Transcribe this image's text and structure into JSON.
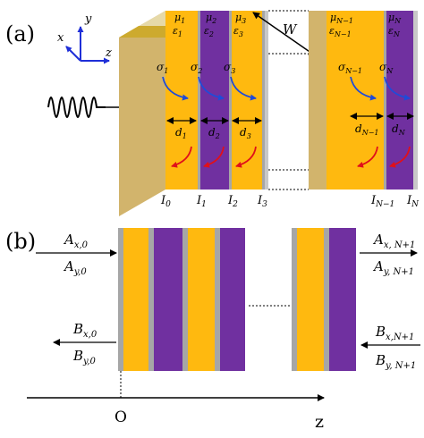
{
  "panel_a": {
    "label": "(a)",
    "axes": {
      "x": "x",
      "y": "y",
      "z": "z"
    },
    "period_label": "W",
    "layer_params": [
      {
        "mu": "μ",
        "mu_sub": "1",
        "eps": "ε",
        "eps_sub": "1"
      },
      {
        "mu": "μ",
        "mu_sub": "2",
        "eps": "ε",
        "eps_sub": "2"
      },
      {
        "mu": "μ",
        "mu_sub": "3",
        "eps": "ε",
        "eps_sub": "3"
      },
      {
        "mu": "μ",
        "mu_sub": "N−1",
        "eps": "ε",
        "eps_sub": "N−1"
      },
      {
        "mu": "μ",
        "mu_sub": "N",
        "eps": "ε",
        "eps_sub": "N"
      }
    ],
    "sigmas": [
      {
        "sym": "σ",
        "sub": "1"
      },
      {
        "sym": "σ",
        "sub": "2"
      },
      {
        "sym": "σ",
        "sub": "3"
      },
      {
        "sym": "σ",
        "sub": "N−1"
      },
      {
        "sym": "σ",
        "sub": "N"
      }
    ],
    "thicknesses": [
      {
        "sym": "d",
        "sub": "1"
      },
      {
        "sym": "d",
        "sub": "2"
      },
      {
        "sym": "d",
        "sub": "3"
      },
      {
        "sym": "d",
        "sub": "N−1"
      },
      {
        "sym": "d",
        "sub": "N"
      }
    ],
    "interfaces": [
      {
        "sym": "I",
        "sub": "0"
      },
      {
        "sym": "I",
        "sub": "1"
      },
      {
        "sym": "I",
        "sub": "2"
      },
      {
        "sym": "I",
        "sub": "3"
      },
      {
        "sym": "I",
        "sub": "N−1"
      },
      {
        "sym": "I",
        "sub": "N"
      }
    ]
  },
  "panel_b": {
    "label": "(b)",
    "amplitudes": {
      "ax_left": {
        "sym": "A",
        "sub": "x,0"
      },
      "ay_left": {
        "sym": "A",
        "sub": "y,0"
      },
      "bx_left": {
        "sym": "B",
        "sub": "x,0"
      },
      "by_left": {
        "sym": "B",
        "sub": "y,0"
      },
      "ax_right": {
        "sym": "A",
        "sub": "x, N+1"
      },
      "ay_right": {
        "sym": "A",
        "sub": "y, N+1"
      },
      "bx_right": {
        "sym": "B",
        "sub": "x,N+1"
      },
      "by_right": {
        "sym": "B",
        "sub": "y, N+1"
      }
    },
    "origin_label": "O",
    "axis_label": "z"
  },
  "colors": {
    "gold": "#FFB90F",
    "purple": "#7030A0",
    "tan": "#D2B46C",
    "gray": "#A6A6A6",
    "blue_arrow": "#1F4BD8",
    "red_arrow": "#E0101A",
    "axis_blue": "#1F2FD8"
  }
}
